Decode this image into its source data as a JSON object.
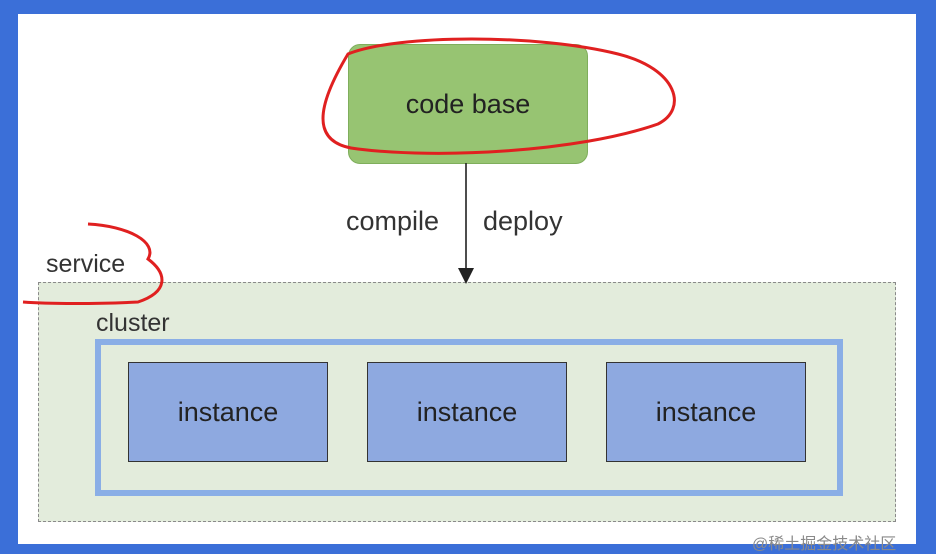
{
  "codebase": {
    "label": "code base",
    "fill": "#97c472"
  },
  "edges": {
    "left": "compile",
    "right": "deploy"
  },
  "service": {
    "label": "service"
  },
  "cluster": {
    "label": "cluster",
    "border": "#8aaee6"
  },
  "instances": [
    {
      "label": "instance"
    },
    {
      "label": "instance"
    },
    {
      "label": "instance"
    }
  ],
  "annotation_color": "#e02020",
  "watermark": "@稀土掘金技术社区"
}
